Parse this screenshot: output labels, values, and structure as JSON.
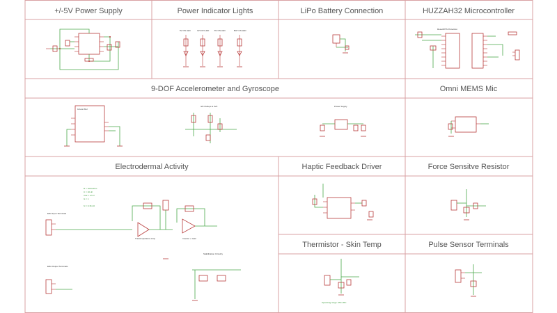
{
  "sheet": {
    "blocks": [
      {
        "id": "power-supply",
        "title": "+/-5V Power Supply"
      },
      {
        "id": "power-indicator",
        "title": "Power Indicator Lights"
      },
      {
        "id": "lipo",
        "title": "LiPo Battery Connection"
      },
      {
        "id": "huzzah",
        "title": "HUZZAH32 Microcontroller"
      },
      {
        "id": "imu",
        "title": "9-DOF Accelerometer and Gyroscope"
      },
      {
        "id": "mic",
        "title": "Omni MEMS Mic"
      },
      {
        "id": "eda",
        "title": "Electrodermal Activity"
      },
      {
        "id": "haptic",
        "title": "Haptic Feedback Driver"
      },
      {
        "id": "fsr",
        "title": "Force Sensitve Resistor"
      },
      {
        "id": "thermistor",
        "title": "Thermistor - Skin Temp"
      },
      {
        "id": "pulse",
        "title": "Pulse Sensor Terminals"
      }
    ]
  },
  "labels": {
    "led_5v": "5V ON LED",
    "led_3v3": "3V3 ON LED",
    "led_m5v": "-5V ON LED",
    "led_bat": "BAT ON LED",
    "huzzah_note": "Reset/RTS Protection",
    "imu_part": "9-Axis IMU",
    "imu_i2c": "I2C Pullups & 3V3",
    "imu_power": "Power Supply",
    "eda_input": "EDA Input Terminals",
    "eda_output": "EDA Output Terminals",
    "eda_transimp": "Transimpedance Amp",
    "eda_inverter": "Inverter + Gain",
    "eda_dc": "Stabilization Circuitry",
    "thermistor_note": "Operating range: 25C-45C"
  },
  "colors": {
    "frame": "#d9a0a3",
    "wire": "#4aa84a",
    "part": "#b83a3a",
    "title": "#555555"
  }
}
